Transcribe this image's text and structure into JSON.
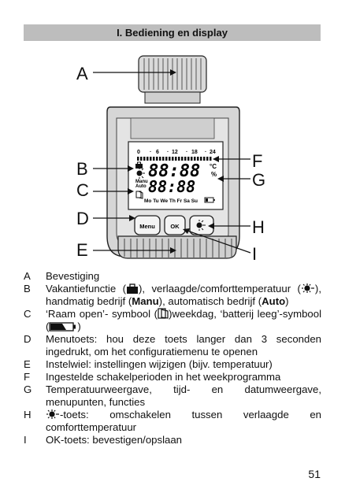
{
  "header": {
    "title": "I. Bediening en display"
  },
  "figure": {
    "labels": [
      "A",
      "B",
      "C",
      "D",
      "E",
      "F",
      "G",
      "H",
      "I"
    ],
    "scale": {
      "ticks": [
        "0",
        "6",
        "12",
        "18",
        "24"
      ]
    },
    "lcd": {
      "digits_top": "88:88",
      "digits_bottom": "88:88",
      "unit": "°C",
      "percent": "%",
      "mode_manu": "Manu",
      "mode_auto": "Auto",
      "days": "Mo Tu We Th Fr Sa Su"
    },
    "buttons": {
      "menu": "Menu",
      "ok": "OK"
    }
  },
  "legend": [
    {
      "key": "A",
      "text": "Bevestiging"
    },
    {
      "key": "B",
      "parts": [
        "Vakantiefunctie (",
        "), verlaagde/comforttemperatuur (",
        "), handmatig bedrijf (",
        "Manu",
        "), automatisch bedrijf (",
        "Auto",
        ")"
      ]
    },
    {
      "key": "C",
      "parts": [
        "‘Raam open’- symbool (",
        ")weekdag, ‘batterij leeg’-symbool (",
        ")"
      ]
    },
    {
      "key": "D",
      "text": "Menutoets: hou deze toets langer dan 3 seconden ingedrukt, om het configuratiemenu te openen"
    },
    {
      "key": "E",
      "text": "Instelwiel: instellingen wijzigen (bijv. temperatuur)"
    },
    {
      "key": "F",
      "text": "Ingestelde schakelperioden in het weekprogramma"
    },
    {
      "key": "G",
      "text": "Temperatuurweergave, tijd- en datumweergave, menupunten, functies"
    },
    {
      "key": "H",
      "parts": [
        "",
        "-toets: omschakelen tussen verlaagde en comforttemperatuur"
      ]
    },
    {
      "key": "I",
      "text": "OK-toets: bevestigen/opslaan"
    }
  ],
  "page_number": "51"
}
